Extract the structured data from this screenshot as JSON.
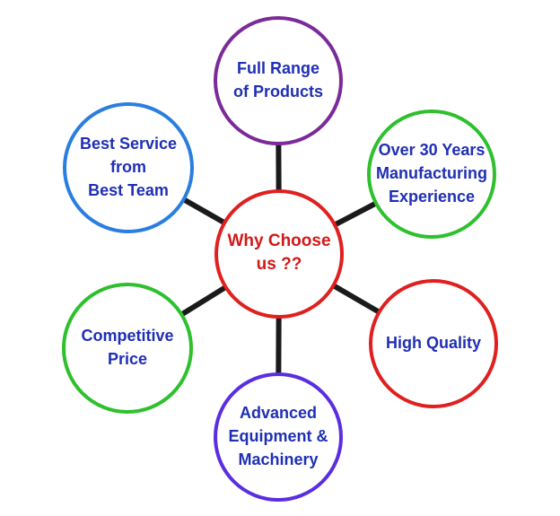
{
  "colors": {
    "text_blue": "#1f2fb4",
    "text_red": "#d21818",
    "connector": "#1a1a1a",
    "background": "#ffffff"
  },
  "center": {
    "lines": [
      "Why Choose",
      "us ??"
    ],
    "border_color": "#e01f1f"
  },
  "nodes": [
    {
      "id": "full-range-products",
      "lines": [
        "Full Range",
        "of Products"
      ],
      "border_color": "#7a2a9a"
    },
    {
      "id": "over-30-years-experience",
      "lines": [
        "Over 30 Years",
        "Manufacturing",
        "Experience"
      ],
      "border_color": "#2ec02e"
    },
    {
      "id": "high-quality",
      "lines": [
        "High Quality"
      ],
      "border_color": "#e01f1f"
    },
    {
      "id": "advanced-equipment-machinery",
      "lines": [
        "Advanced",
        "Equipment &",
        "Machinery"
      ],
      "border_color": "#5a2ee0"
    },
    {
      "id": "competitive-price",
      "lines": [
        "Competitive",
        "Price"
      ],
      "border_color": "#2ec02e"
    },
    {
      "id": "best-service-team",
      "lines": [
        "Best Service",
        "from",
        "Best Team"
      ],
      "border_color": "#2a7ee0"
    }
  ]
}
